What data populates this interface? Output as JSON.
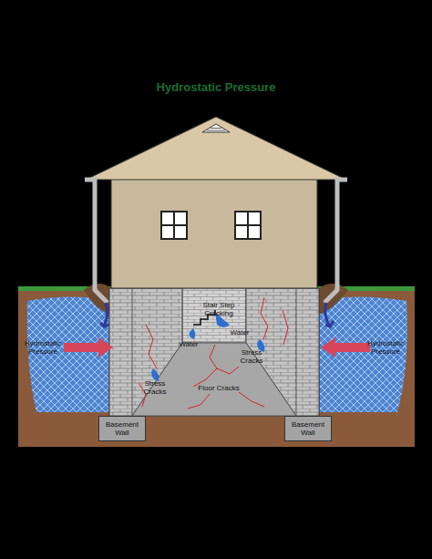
{
  "diagram": {
    "title": "Hydrostatic Pressure",
    "nodes": [
      {
        "text": [
          "Basement Wall"
        ]
      },
      {
        "text": [
          "Basement Wall"
        ]
      }
    ],
    "labels": [
      "Stair Step Cracking",
      "Water",
      "Water",
      "Hydrostatic Pressure",
      "Hydrostatic Pressure",
      "Stress Cracks",
      "Stress Cracks",
      "Floor Cracks"
    ]
  }
}
